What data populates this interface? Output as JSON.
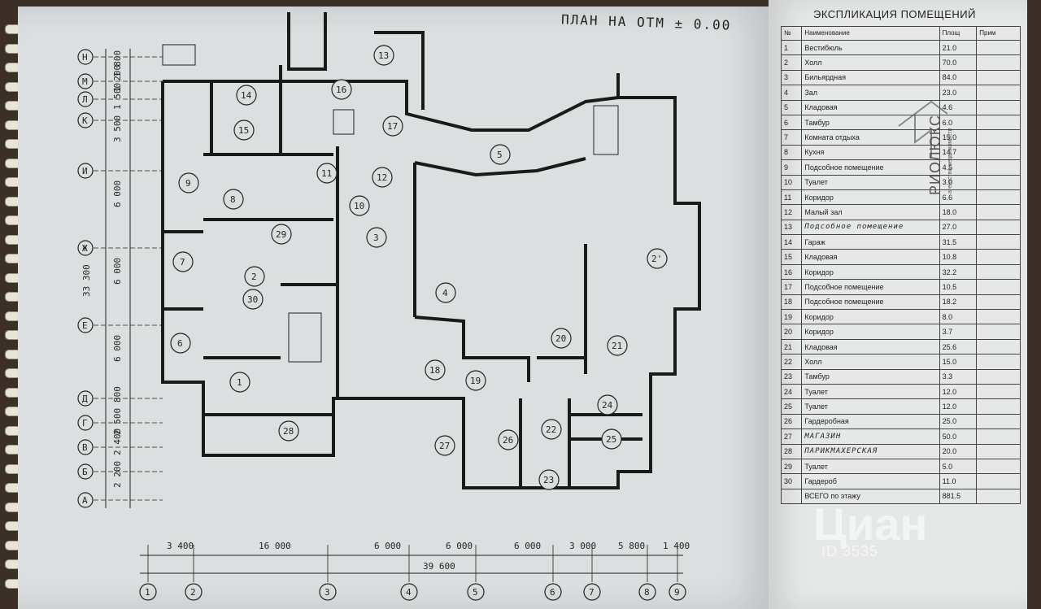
{
  "plan": {
    "title": "ПЛАН НА ОТМ ± 0.00",
    "row_axes": [
      "Н",
      "М",
      "Л",
      "К",
      "И",
      "Ж",
      "Е",
      "Д",
      "Г",
      "В",
      "Б",
      "А"
    ],
    "col_axes": [
      "1",
      "2",
      "3",
      "4",
      "5",
      "6",
      "7",
      "8",
      "9"
    ],
    "col_dimensions": [
      "3 400",
      "16 000",
      "6 000",
      "6 000",
      "6 000",
      "3 000",
      "5 800",
      "1 400"
    ],
    "total_dimension": "39 600",
    "row_dimensions": [
      "1 800",
      "1 200",
      "1 500",
      "3 500",
      "6 000",
      "6 000",
      "6 000",
      "800",
      "2 500",
      "2 400",
      "2 200"
    ],
    "total_row_dimension": "33 300",
    "room_numbers": [
      "1",
      "2",
      "3",
      "4",
      "5",
      "6",
      "7",
      "8",
      "9",
      "10",
      "11",
      "12",
      "13",
      "14",
      "15",
      "16",
      "17",
      "18",
      "19",
      "20",
      "21",
      "22",
      "23",
      "24",
      "25",
      "26",
      "27",
      "28",
      "29",
      "30",
      "2'"
    ]
  },
  "explication": {
    "title": "ЭКСПЛИКАЦИЯ ПОМЕЩЕНИЙ",
    "headers": {
      "no": "№",
      "name": "Наименование",
      "area": "Площ",
      "note": "Прим"
    },
    "rows": [
      {
        "no": "1",
        "name": "Вестибюль",
        "area": "21.0"
      },
      {
        "no": "2",
        "name": "Холл",
        "area": "70.0"
      },
      {
        "no": "3",
        "name": "Бильярдная",
        "area": "84.0"
      },
      {
        "no": "4",
        "name": "Зал",
        "area": "23.0"
      },
      {
        "no": "5",
        "name": "Кладовая",
        "area": "4.6"
      },
      {
        "no": "6",
        "name": "Тамбур",
        "area": "6.0"
      },
      {
        "no": "7",
        "name": "Комната отдыха",
        "area": "15.0"
      },
      {
        "no": "8",
        "name": "Кухня",
        "area": "14.7"
      },
      {
        "no": "9",
        "name": "Подсобное помещение",
        "area": "4.5"
      },
      {
        "no": "10",
        "name": "Туалет",
        "area": "3.0"
      },
      {
        "no": "11",
        "name": "Коридор",
        "area": "6.6"
      },
      {
        "no": "12",
        "name": "Малый зал",
        "area": "18.0"
      },
      {
        "no": "13",
        "name": "Подсобное помещение",
        "area": "27.0",
        "hand": true
      },
      {
        "no": "14",
        "name": "Гараж",
        "area": "31.5"
      },
      {
        "no": "15",
        "name": "Кладовая",
        "area": "10.8"
      },
      {
        "no": "16",
        "name": "Коридор",
        "area": "32.2"
      },
      {
        "no": "17",
        "name": "Подсобное помещение",
        "area": "10.5"
      },
      {
        "no": "18",
        "name": "Подсобное помещение",
        "area": "18.2"
      },
      {
        "no": "19",
        "name": "Коридор",
        "area": "8.0"
      },
      {
        "no": "20",
        "name": "Коридор",
        "area": "3.7"
      },
      {
        "no": "21",
        "name": "Кладовая",
        "area": "25.6"
      },
      {
        "no": "22",
        "name": "Холл",
        "area": "15.0"
      },
      {
        "no": "23",
        "name": "Тамбур",
        "area": "3.3"
      },
      {
        "no": "24",
        "name": "Туалет",
        "area": "12.0"
      },
      {
        "no": "25",
        "name": "Туалет",
        "area": "12.0"
      },
      {
        "no": "26",
        "name": "Гардеробная",
        "area": "25.0"
      },
      {
        "no": "27",
        "name": "МАГАЗИН",
        "area": "50.0",
        "hand": true
      },
      {
        "no": "28",
        "name": "ПАРИКМАХЕРСКАЯ",
        "area": "20.0",
        "hand": true
      },
      {
        "no": "29",
        "name": "Туалет",
        "area": "5.0"
      },
      {
        "no": "30",
        "name": "Гардероб",
        "area": "11.0"
      }
    ],
    "total": {
      "name": "ВСЕГО по этажу",
      "area": "881.5"
    }
  },
  "watermarks": {
    "brand": "РИОЛЮКС",
    "brand_sub": "агентство недвижимости",
    "listing": "Циан",
    "listing_id": "ID 3535"
  }
}
